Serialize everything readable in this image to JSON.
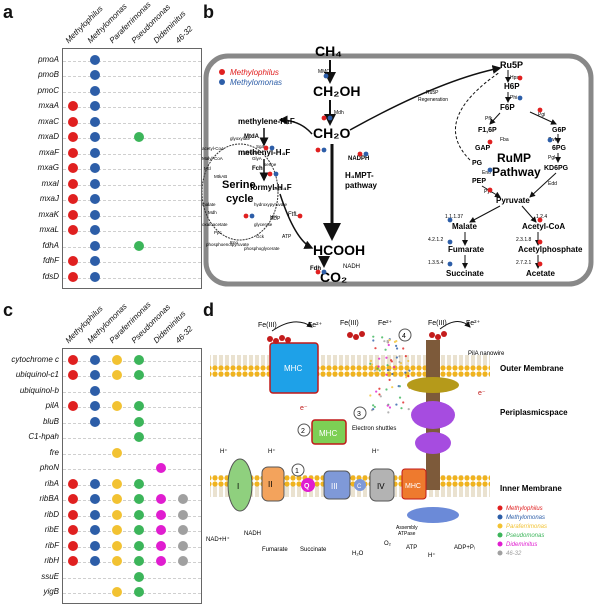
{
  "colors": {
    "red": "#e02020",
    "blue": "#2d5ea8",
    "yellow": "#f2c232",
    "green": "#3cb55a",
    "magenta": "#e01dd0",
    "gray": "#a0a0a0"
  },
  "panel_a": {
    "label": "a",
    "columns": [
      "Methylophilus",
      "Methylomonas",
      "Paraferrimonas",
      "Pseudomonas",
      "Dideminitus",
      "46-32"
    ],
    "rows": [
      {
        "gene": "pmoA",
        "dots": [
          1
        ]
      },
      {
        "gene": "pmoB",
        "dots": [
          1
        ]
      },
      {
        "gene": "pmoC",
        "dots": [
          1
        ]
      },
      {
        "gene": "mxaA",
        "dots": [
          0,
          1
        ]
      },
      {
        "gene": "mxaC",
        "dots": [
          0,
          1
        ]
      },
      {
        "gene": "mxaD",
        "dots": [
          0,
          1,
          3
        ]
      },
      {
        "gene": "mxaF",
        "dots": [
          0,
          1
        ]
      },
      {
        "gene": "mxaG",
        "dots": [
          0,
          1
        ]
      },
      {
        "gene": "mxaI",
        "dots": [
          0,
          1
        ]
      },
      {
        "gene": "mxaJ",
        "dots": [
          0,
          1
        ]
      },
      {
        "gene": "mxaK",
        "dots": [
          0,
          1
        ]
      },
      {
        "gene": "mxaL",
        "dots": [
          0,
          1
        ]
      },
      {
        "gene": "fdhA",
        "dots": [
          1,
          3
        ]
      },
      {
        "gene": "fdhF",
        "dots": [
          0,
          1
        ]
      },
      {
        "gene": "fdsD",
        "dots": [
          0,
          1
        ]
      }
    ]
  },
  "panel_c": {
    "label": "c",
    "columns": [
      "Methylophilus",
      "Methylomonas",
      "Paraferrimonas",
      "Pseudomonas",
      "Dideminitus",
      "46-32"
    ],
    "rows": [
      {
        "gene": "cytochrome c",
        "dots": [
          0,
          1,
          2,
          3
        ]
      },
      {
        "gene": "ubiquinol-c1",
        "dots": [
          0,
          1,
          2,
          3
        ]
      },
      {
        "gene": "ubiquinol-b",
        "dots": [
          1
        ]
      },
      {
        "gene": "pilA",
        "dots": [
          0,
          1,
          2,
          3
        ]
      },
      {
        "gene": "bluB",
        "dots": [
          1,
          3
        ]
      },
      {
        "gene": "C1-hpah",
        "dots": [
          3
        ]
      },
      {
        "gene": "fre",
        "dots": [
          2
        ]
      },
      {
        "gene": "phoN",
        "dots": [
          4
        ]
      },
      {
        "gene": "ribA",
        "dots": [
          0,
          1,
          2,
          3
        ]
      },
      {
        "gene": "ribBA",
        "dots": [
          0,
          1,
          2,
          3,
          4,
          5
        ]
      },
      {
        "gene": "ribD",
        "dots": [
          0,
          1,
          2,
          3,
          4,
          5
        ]
      },
      {
        "gene": "ribE",
        "dots": [
          0,
          1,
          2,
          3,
          4,
          5
        ]
      },
      {
        "gene": "ribF",
        "dots": [
          0,
          1,
          2,
          3,
          4,
          5
        ]
      },
      {
        "gene": "ribH",
        "dots": [
          0,
          1,
          2,
          3,
          4,
          5
        ]
      },
      {
        "gene": "ssuE",
        "dots": [
          3
        ]
      },
      {
        "gene": "yigB",
        "dots": [
          2,
          3
        ]
      }
    ]
  },
  "panel_b": {
    "label": "b",
    "legend": [
      "Methylophilus",
      "Methylomonas"
    ],
    "ch4": "CH₄",
    "mmo": "MMO",
    "ch2oh": "CH₂OH",
    "mdh": "Mdh",
    "ch2o": "CH₂O",
    "nadph": "NADPH",
    "h4mpt": "H₄MPT-",
    "pathway": "pathway",
    "hcooh": "HCOOH",
    "co2": "CO₂",
    "fdh": "Fdh",
    "nadh": "NADH",
    "methylene": "methylene-H₄F",
    "methenyl": "methenyl-H₄F",
    "formyl": "formyl-H₄F",
    "mtda": "MtdA",
    "fch": "Fch",
    "ftfl": "FtfL",
    "adp": "ADP",
    "atp": "ATP",
    "serine_cycle": [
      "Serine",
      "cycle"
    ],
    "serine_labels": [
      "acetyl-CoA",
      "glyoxylate",
      "Sga",
      "Mcl",
      "Malyl-CoA",
      "MtkAB",
      "malate",
      "Mdh",
      "oxaloacetate",
      "Ppc",
      "phosphoenolpyruvate",
      "Eno",
      "phosphoglycerate",
      "Gck",
      "glycerate",
      "Hpr",
      "hydroxypyruvate",
      "Sga",
      "serine",
      "glycine",
      "GlyA"
    ],
    "rump": [
      "RuMP",
      "Pathway"
    ],
    "ru5p": "Ru5P",
    "hps": "Hps",
    "h6p": "H6P",
    "phi": "Phi",
    "f6p": "F6P",
    "pfk": "Pfk",
    "pgi": "Pgi",
    "f16p": "F1,6P",
    "fba": "Fba",
    "gap": "GAP",
    "g6p": "G6P",
    "zwf": "Zwf",
    "6pg": "6PG",
    "pgl": "Pgl",
    "kd6pg": "KD6PG",
    "edd": "Edd",
    "pg": "PG",
    "eno2": "Eno",
    "pep": "PEP",
    "pyk": "Pyk",
    "pyruvate": "Pyruvate",
    "ec1": "1.1.1.37",
    "ec2": "1.2.4",
    "malate": "Malate",
    "acetylcoa": "Acetyl-CoA",
    "ec3": "4.2.1.2",
    "ec4": "2.3.1.8",
    "fumarate": "Fumarate",
    "acetylphosphate": "Acetylphosphate",
    "ec5": "1.3.5.4",
    "ec6": "2.7.2.1",
    "succinate": "Succinate",
    "acetate": "Acetate",
    "ru5p_regen": [
      "Ru5P",
      "Regeneration"
    ]
  },
  "panel_d": {
    "label": "d",
    "fe3": "Fe(III)",
    "fe2": "Fe²⁺",
    "outer": "Outer Membrane",
    "peri": "Periplasmicspace",
    "inner": "Inner Membrane",
    "mhc": "MHC",
    "shuttles": "Electron shuttles",
    "pila": "PilA nanowire",
    "e": "e⁻",
    "h": "H⁺",
    "nad": "NAD+H⁺",
    "nadh": "NADH",
    "fumarate": "Fumarate",
    "succinate": "Succinate",
    "h2o": "H₂O",
    "o2": "O₂",
    "atp": "ATP",
    "adp": "ADP+Pᵢ",
    "assembly": [
      "Assembly",
      "ATPase"
    ],
    "q": "Q",
    "c": "C",
    "roman": [
      "I",
      "II",
      "III",
      "IV"
    ],
    "nums": [
      "1",
      "2",
      "3",
      "4"
    ],
    "legend": [
      "Methylophilus",
      "Methylomonas",
      "Paraferrimonas",
      "Pseudomonas",
      "Dideminitus",
      "46-32"
    ]
  }
}
